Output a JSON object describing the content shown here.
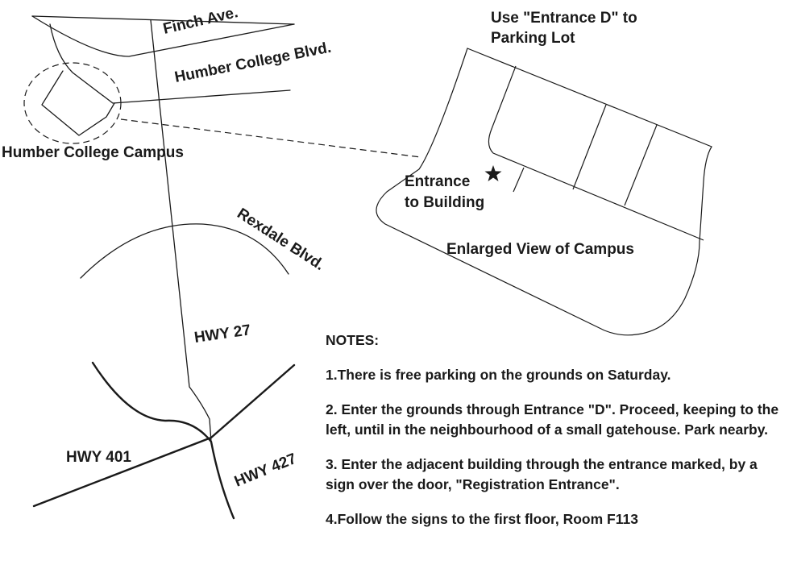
{
  "map": {
    "roads": {
      "finch": "Finch Ave.",
      "humber_college": "Humber College Blvd.",
      "rexdale": "Rexdale Blvd.",
      "hwy27": "HWY 27",
      "hwy401": "HWY 401",
      "hwy427": "HWY 427"
    },
    "campus_label": "Humber College Campus",
    "parking_note_line1": "Use \"Entrance D\" to",
    "parking_note_line2": "Parking Lot",
    "entrance_line1": "Entrance",
    "entrance_line2": "to Building",
    "enlarged_caption": "Enlarged View of Campus",
    "marker": "star-icon"
  },
  "notes": {
    "heading": "NOTES:",
    "items": [
      "1.There is free parking on the grounds on Saturday.",
      "2. Enter the grounds through Entrance \"D\". Proceed, keeping to the left, until in the neighbourhood of a small gatehouse. Park nearby.",
      "3. Enter the adjacent building through the entrance marked, by a sign over the door, \"Registration Entrance\".",
      "4.Follow the signs to the first floor, Room F113"
    ]
  }
}
